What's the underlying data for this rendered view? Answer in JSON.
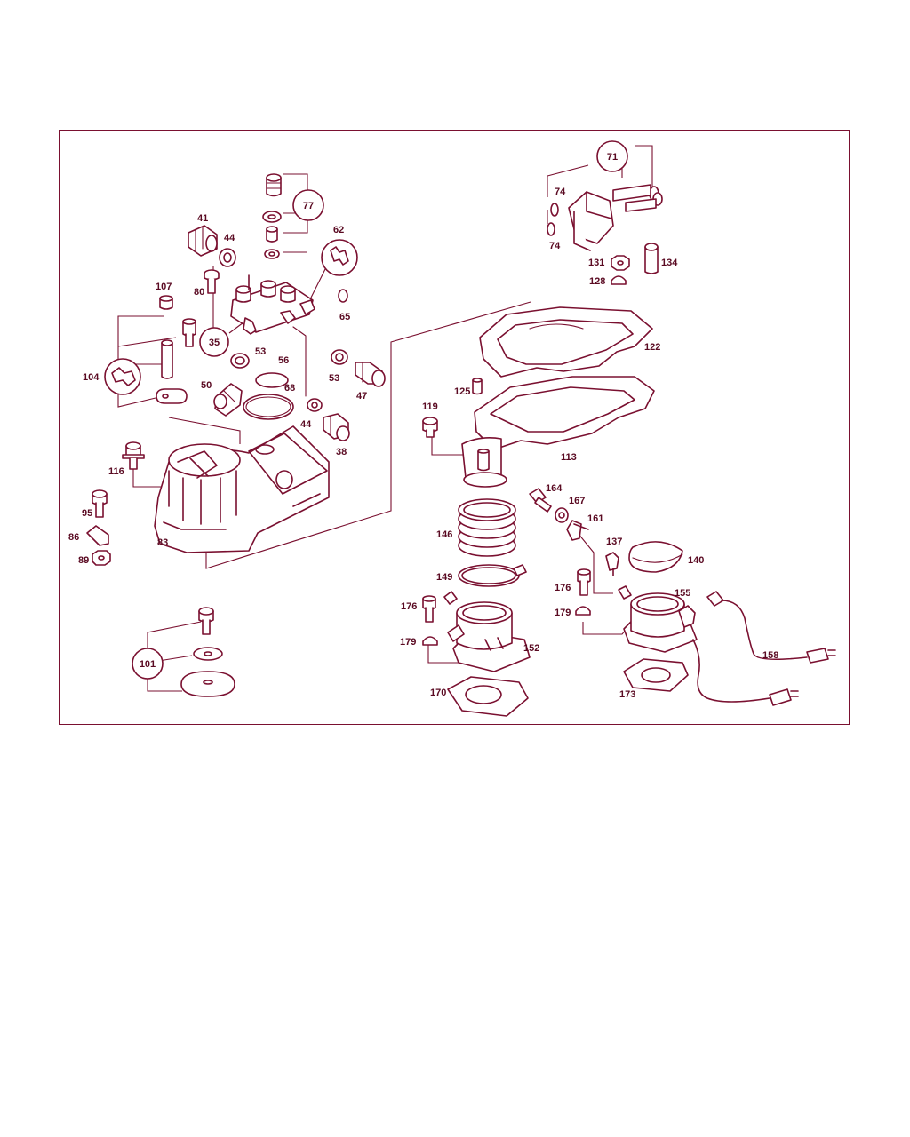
{
  "colors": {
    "line": "#7a1030",
    "text": "#5a0a22",
    "background": "#ffffff"
  },
  "labels": {
    "l41": "41",
    "l44a": "44",
    "l107": "107",
    "l80": "80",
    "l35": "35",
    "l77": "77",
    "l62": "62",
    "l65": "65",
    "l104": "104",
    "l53a": "53",
    "l56": "56",
    "l50": "50",
    "l68": "68",
    "l53b": "53",
    "l47": "47",
    "l44b": "44",
    "l38": "38",
    "l116": "116",
    "l95": "95",
    "l86": "86",
    "l89": "89",
    "l83": "83",
    "l101": "101",
    "l71": "71",
    "l74a": "74",
    "l74b": "74",
    "l131": "131",
    "l134": "134",
    "l128": "128",
    "l122": "122",
    "l125": "125",
    "l119": "119",
    "l113": "113",
    "l164": "164",
    "l167": "167",
    "l161": "161",
    "l146": "146",
    "l137": "137",
    "l140": "140",
    "l149": "149",
    "l176a": "176",
    "l176b": "176",
    "l155": "155",
    "l179a": "179",
    "l179b": "179",
    "l152": "152",
    "l158": "158",
    "l170": "170",
    "l173": "173"
  }
}
